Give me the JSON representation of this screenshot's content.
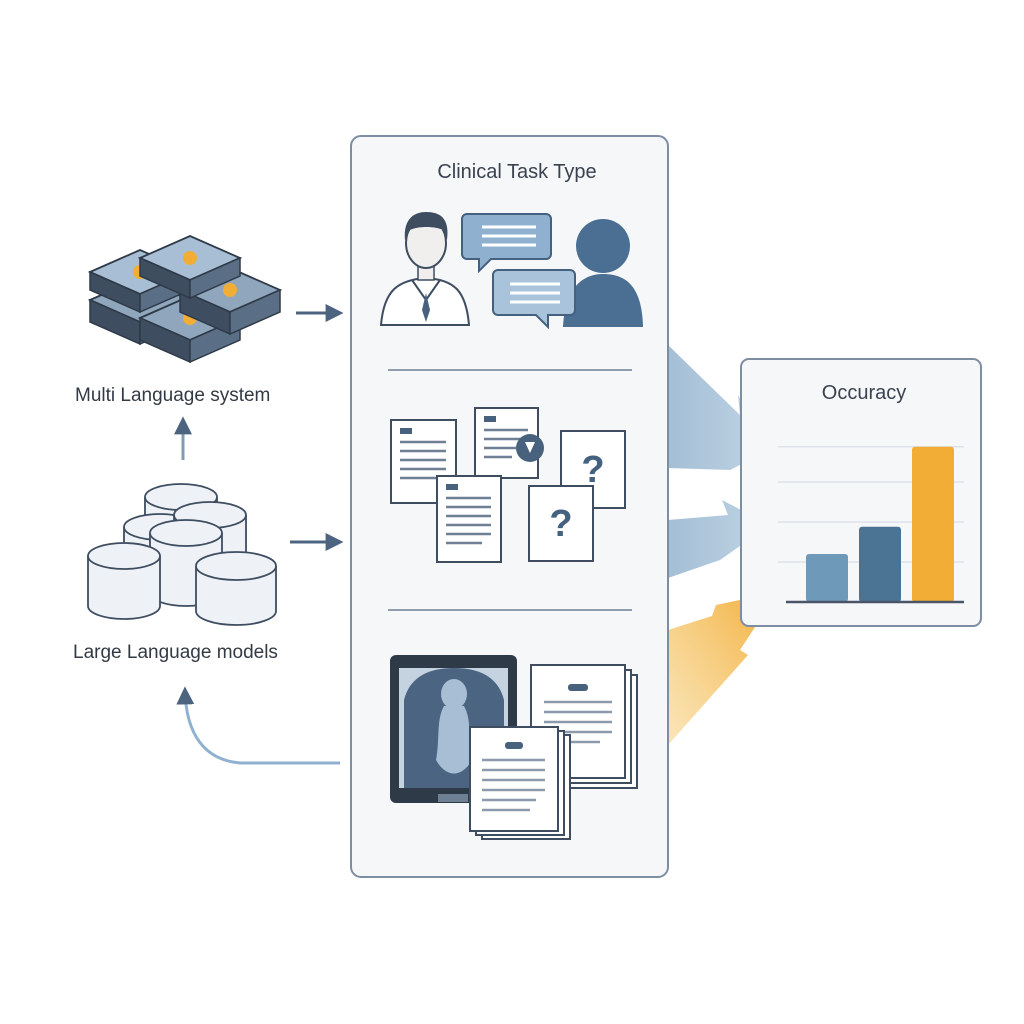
{
  "left": {
    "multi_system_label": "Multi Language system",
    "llm_label": "Large Language models"
  },
  "task_panel": {
    "title": "Clinical Task Type",
    "sections": [
      "clinician-patient-dialogue",
      "document-question-answering",
      "medical-imaging-report"
    ]
  },
  "result_panel": {
    "title": "Occuracy"
  },
  "chart_data": {
    "type": "bar",
    "title": "Occuracy",
    "categories": [
      "",
      "",
      ""
    ],
    "values": [
      0.3,
      0.47,
      0.97
    ],
    "ylim": [
      0,
      1
    ],
    "grid": true,
    "colors": [
      "#6e99b8",
      "#4a7394",
      "#f2ad36"
    ]
  },
  "colors": {
    "border": "#7d8ea3",
    "panel_bg": "#f6f7f9",
    "navy": "#48617d",
    "steel_blue": "#557aa0",
    "light_blue": "#a9c4da",
    "yellow": "#f2ad36",
    "arrow": "#4d6480"
  }
}
